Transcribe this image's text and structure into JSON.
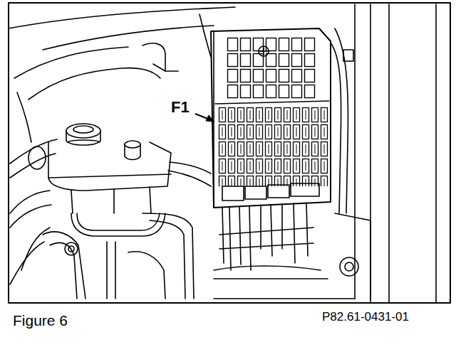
{
  "diagram": {
    "caption": "Figure 6",
    "labels": [
      "F1",
      "P82.61-0431-01"
    ]
  }
}
